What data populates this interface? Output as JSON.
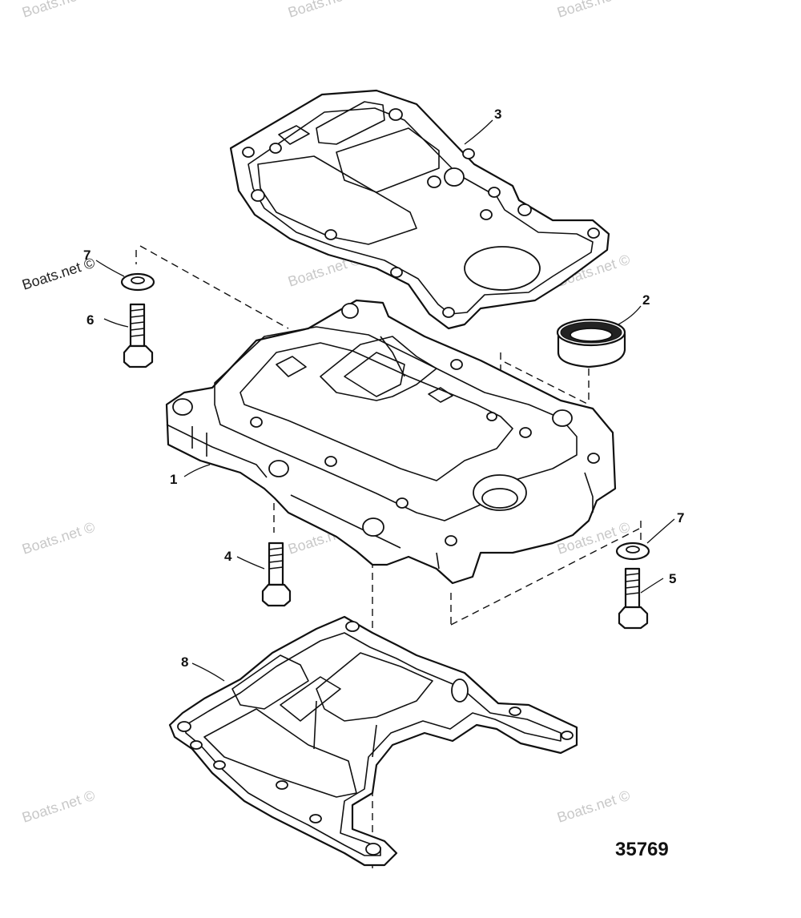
{
  "watermark": "Boats.net ©",
  "figure_number": "35769",
  "callouts": {
    "c1": "1",
    "c2": "2",
    "c3": "3",
    "c4": "4",
    "c5": "5",
    "c6": "6",
    "c7a": "7",
    "c7b": "7",
    "c8": "8"
  }
}
